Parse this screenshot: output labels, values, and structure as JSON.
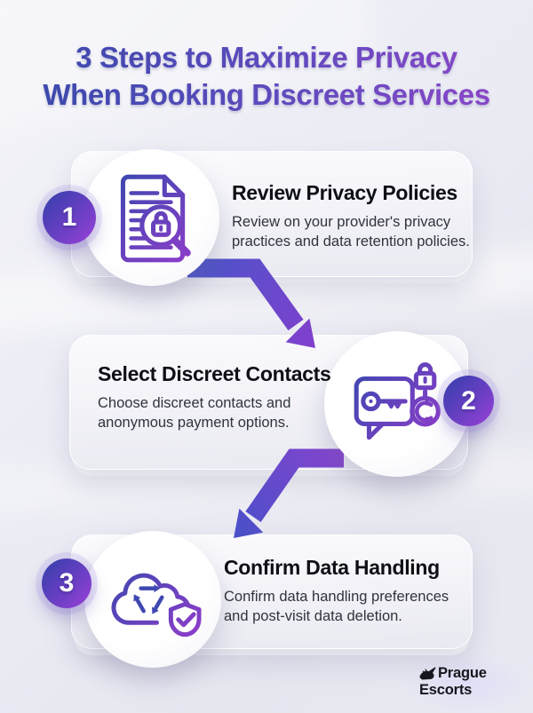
{
  "title": {
    "line1": "3 Steps to Maximize Privacy",
    "line2": "When Booking Discreet Services"
  },
  "steps": [
    {
      "number": "1",
      "heading": "Review Privacy Policies",
      "description_lines": [
        "Review on your provider's privacy",
        "practices and data retention policies."
      ],
      "icon": "document-magnifier-lock-icon"
    },
    {
      "number": "2",
      "heading": "Select Discreet Contacts",
      "description_lines": [
        "Choose discreet contacts and",
        "anonymous payment options."
      ],
      "icon": "chat-key-payment-icon"
    },
    {
      "number": "3",
      "heading": "Confirm Data Handling",
      "description_lines": [
        "Confirm data handling preferences",
        "and post-visit data deletion."
      ],
      "icon": "cloud-recycle-shield-icon"
    }
  ],
  "brand": {
    "line1": "Prague",
    "line2": "Escorts",
    "icon": "bird-icon"
  },
  "colors": {
    "title_gradient_start": "#3c49ac",
    "title_gradient_end": "#8b46c9",
    "badge_gradient_start": "#3b3fae",
    "badge_gradient_end": "#9a41d8",
    "arrow_gradient_start": "#4a55c9",
    "arrow_gradient_end": "#8040cd",
    "icon_stroke_start": "#3f47b0",
    "icon_stroke_end": "#8b3ec9",
    "heading_color": "#0d0f14",
    "body_color": "#30343d",
    "background": "#e9eaf2",
    "card_background": "#f5f5fa"
  }
}
